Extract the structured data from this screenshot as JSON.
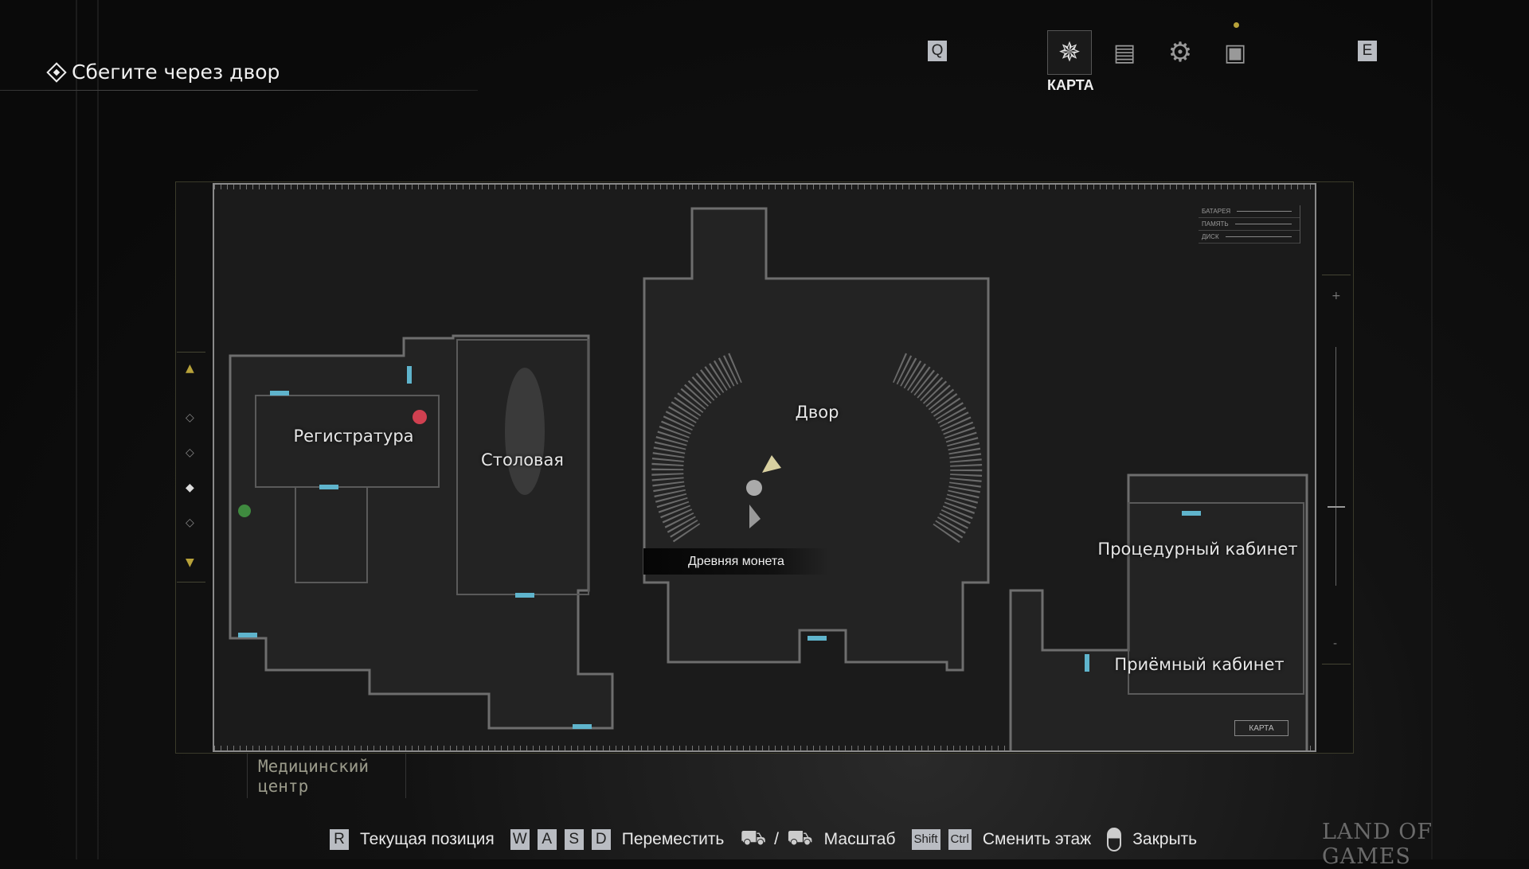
{
  "objective": {
    "text": "Сбегите через двор"
  },
  "tabs": {
    "prev_key": "Q",
    "next_key": "E",
    "active_label": "КАРТА",
    "items": [
      {
        "icon": "compass-icon",
        "active": true
      },
      {
        "icon": "files-icon"
      },
      {
        "icon": "gears-icon"
      },
      {
        "icon": "inventory-box-icon"
      }
    ]
  },
  "map": {
    "rooms": {
      "reception": "Регистратура",
      "dining": "Столовая",
      "courtyard": "Двор",
      "treatment": "Процедурный кабинет",
      "consulting": "Приёмный кабинет"
    },
    "item_tooltip": "Древняя монета",
    "area_name_line1": "Медицинский",
    "area_name_line2": "центр",
    "stats": [
      "БАТАРЕЯ",
      "ПАМЯТЬ",
      "ДИСК"
    ],
    "minimap_label": "КАРТА",
    "zoom_plus": "+",
    "zoom_minus": "-"
  },
  "hints": {
    "r_key": "R",
    "current_position": "Текущая позиция",
    "w": "W",
    "a": "A",
    "s": "S",
    "d": "D",
    "move": "Переместить",
    "slash": "/",
    "zoom": "Масштаб",
    "shift": "Shift",
    "ctrl": "Ctrl",
    "change_floor": "Сменить этаж",
    "close": "Закрыть"
  },
  "watermark": "LAND OF GAMES"
}
